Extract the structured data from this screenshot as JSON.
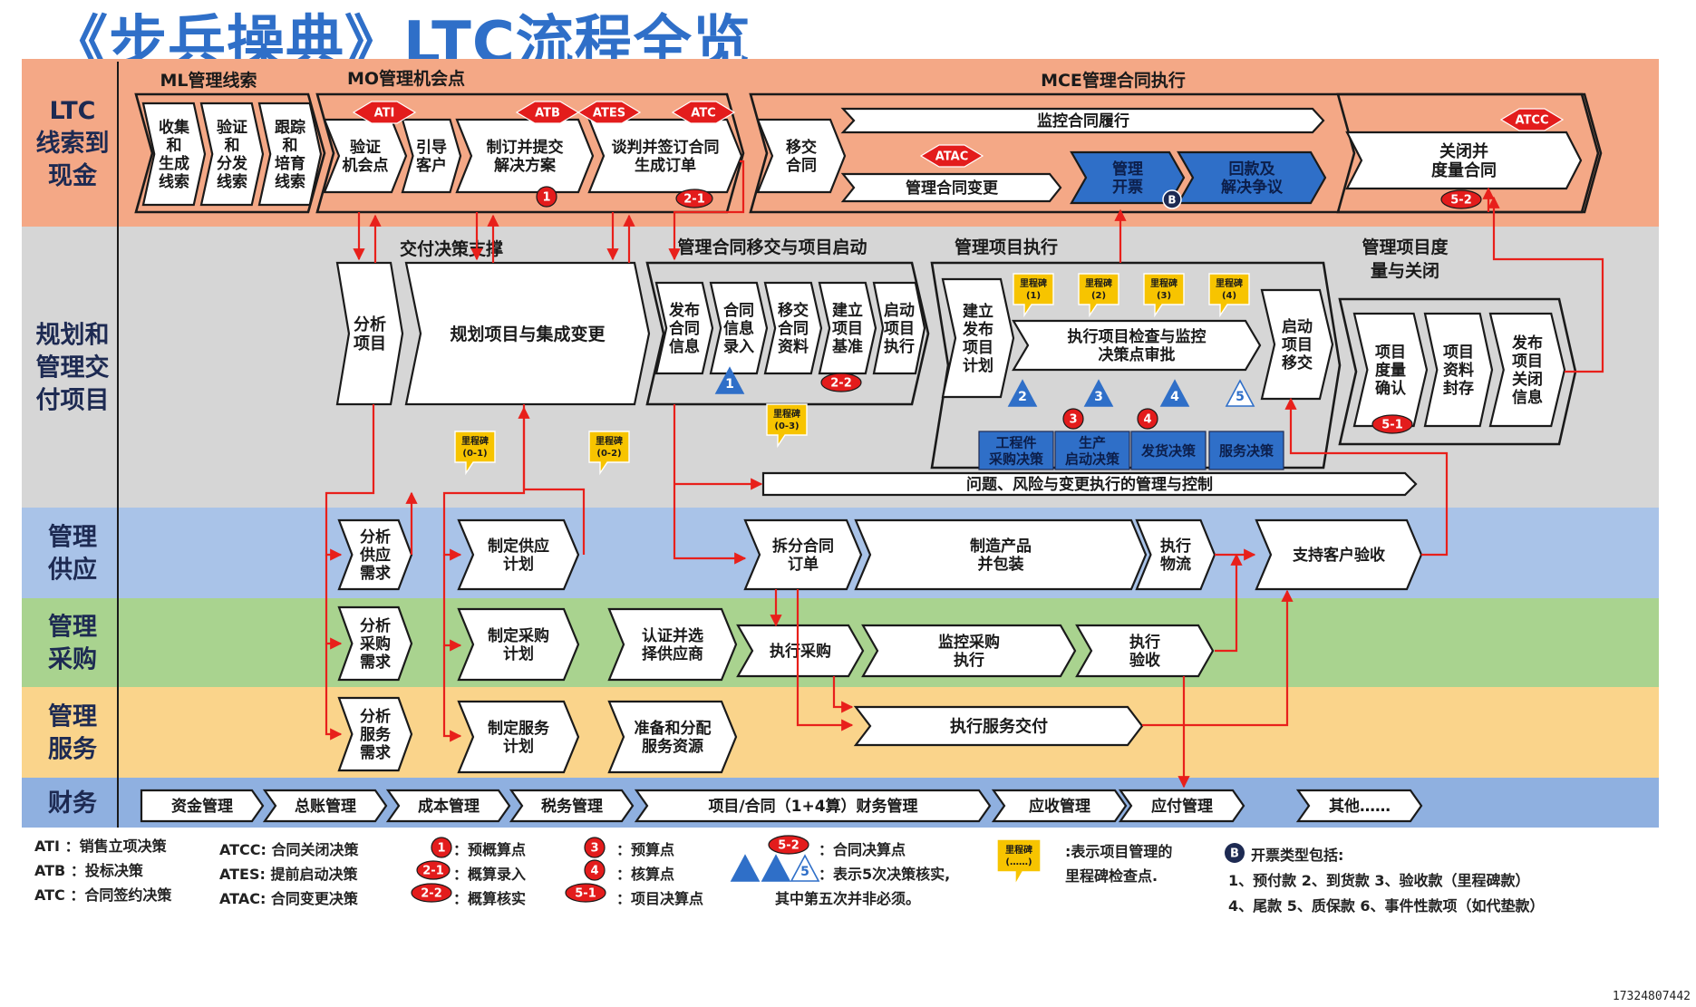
{
  "title": "《步兵操典》LTC流程全览",
  "lanes": [
    {
      "label": "LTC\n线索到\n现金",
      "color": "#f4a886"
    },
    {
      "label": "规划和\n管理交\n付项目",
      "color": "#d6d6d6"
    },
    {
      "label": "管理\n供应",
      "color": "#a9c3e8"
    },
    {
      "label": "管理\n采购",
      "color": "#a9d38f"
    },
    {
      "label": "管理\n服务",
      "color": "#fad48b"
    },
    {
      "label": "财务",
      "color": "#8fb0e0"
    }
  ],
  "group_labels": {
    "ml": "ML管理线索",
    "mo": "MO管理机会点",
    "mce": "MCE管理合同执行",
    "delivery_support": "交付决策支撑",
    "handover": "管理合同移交与项目启动",
    "execution": "管理项目执行",
    "closure": "管理项目度\n量与关闭"
  },
  "ltc_steps": [
    {
      "id": "s1",
      "label": "收集\n和\n生成\n线索"
    },
    {
      "id": "s2",
      "label": "验证\n和\n分发\n线索"
    },
    {
      "id": "s3",
      "label": "跟踪\n和\n培育\n线索"
    },
    {
      "id": "s4",
      "label": "验证\n机会点"
    },
    {
      "id": "s5",
      "label": "引导\n客户"
    },
    {
      "id": "s6",
      "label": "制订并提交\n解决方案"
    },
    {
      "id": "s7",
      "label": "谈判并签订合同\n生成订单"
    },
    {
      "id": "s8",
      "label": "移交\n合同"
    },
    {
      "id": "s9",
      "label": "监控合同履行"
    },
    {
      "id": "s10",
      "label": "管理合同变更"
    },
    {
      "id": "s11",
      "label": "管理\n开票"
    },
    {
      "id": "s12",
      "label": "回款及\n解决争议"
    },
    {
      "id": "s13",
      "label": "关闭并\n度量合同"
    }
  ],
  "decision_points": {
    "ati": "ATI",
    "atb": "ATB",
    "ates": "ATES",
    "atc": "ATC",
    "atac": "ATAC",
    "atcc": "ATCC"
  },
  "markers": {
    "m1": "1",
    "m21": "2-1",
    "m22": "2-2",
    "m3": "3",
    "m4": "4",
    "m51": "5-1",
    "m52": "5-2",
    "b": "B"
  },
  "project_steps": [
    {
      "id": "p1",
      "label": "分析\n项目"
    },
    {
      "id": "p2",
      "label": "规划项目与集成变更"
    },
    {
      "id": "p3",
      "label": "发布\n合同\n信息"
    },
    {
      "id": "p4",
      "label": "合同\n信息\n录入"
    },
    {
      "id": "p5",
      "label": "移交\n合同\n资料"
    },
    {
      "id": "p6",
      "label": "建立\n项目\n基准"
    },
    {
      "id": "p7",
      "label": "启动\n项目\n执行"
    },
    {
      "id": "p8",
      "label": "建立\n发布\n项目\n计划"
    },
    {
      "id": "p9",
      "label": "执行项目检查与监控\n决策点审批"
    },
    {
      "id": "p10",
      "label": "启动\n项目\n移交"
    },
    {
      "id": "p11",
      "label": "项目\n度量\n确认"
    },
    {
      "id": "p12",
      "label": "项目\n资料\n封存"
    },
    {
      "id": "p13",
      "label": "发布\n项目\n关闭\n信息"
    }
  ],
  "milestones": [
    {
      "name": "里程碑",
      "code": "(0-1)"
    },
    {
      "name": "里程碑",
      "code": "(0-2)"
    },
    {
      "name": "里程碑",
      "code": "(0-3)"
    },
    {
      "name": "里程碑",
      "code": "(1)"
    },
    {
      "name": "里程碑",
      "code": "(2)"
    },
    {
      "name": "里程碑",
      "code": "(3)"
    },
    {
      "name": "里程碑",
      "code": "(4)"
    }
  ],
  "triangles": [
    "1",
    "2",
    "3",
    "4",
    "5"
  ],
  "decision_boxes": [
    {
      "label": "工程件\n采购决策"
    },
    {
      "label": "生产\n启动决策"
    },
    {
      "label": "发货决策"
    },
    {
      "label": "服务决策"
    }
  ],
  "issue_bar": "问题、风险与变更执行的管理与控制",
  "supply_steps": [
    {
      "label": "分析\n供应\n需求"
    },
    {
      "label": "制定供应\n计划"
    },
    {
      "label": "拆分合同\n订单"
    },
    {
      "label": "制造产品\n并包装"
    },
    {
      "label": "执行\n物流"
    },
    {
      "label": "支持客户验收"
    }
  ],
  "procurement_steps": [
    {
      "label": "分析\n采购\n需求"
    },
    {
      "label": "制定采购\n计划"
    },
    {
      "label": "认证并选\n择供应商"
    },
    {
      "label": "执行采购"
    },
    {
      "label": "监控采购\n执行"
    },
    {
      "label": "执行\n验收"
    }
  ],
  "service_steps": [
    {
      "label": "分析\n服务\n需求"
    },
    {
      "label": "制定服务\n计划"
    },
    {
      "label": "准备和分配\n服务资源"
    },
    {
      "label": "执行服务交付"
    }
  ],
  "finance_steps": [
    {
      "label": "资金管理"
    },
    {
      "label": "总账管理"
    },
    {
      "label": "成本管理"
    },
    {
      "label": "税务管理"
    },
    {
      "label": "项目/合同（1+4算）财务管理"
    },
    {
      "label": "应收管理"
    },
    {
      "label": "应付管理"
    },
    {
      "label": "其他……"
    }
  ],
  "legend": {
    "col1": [
      "ATI  ：销售立项决策",
      "ATB ：投标决策",
      "ATC ：合同签约决策"
    ],
    "col2": [
      "ATCC: 合同关闭决策",
      "ATES: 提前启动决策",
      "ATAC: 合同变更决策"
    ],
    "col3": [
      "：预概算点",
      "：概算录入",
      "：概算核实"
    ],
    "col3_markers": [
      "1",
      "2-1",
      "2-2"
    ],
    "col4": [
      "：预算点",
      "：核算点",
      "：项目决算点"
    ],
    "col4_markers": [
      "3",
      "4",
      "5-1"
    ],
    "col5": [
      "：合同决算点",
      "：表示5次决策核实,",
      "其中第五次并非必须。"
    ],
    "col5_marker": "5-2",
    "col6": [
      ":表示项目管理的",
      "里程碑检查点."
    ],
    "col6_badge": "里程碑\n(……)",
    "col7_title": "开票类型包括:",
    "col7_marker": "B",
    "col7": [
      "1、预付款    2、到货款    3、验收款（里程碑款）",
      "4、尾款      5、质保款    6、事件性款项（如代垫款）"
    ]
  },
  "footer_id": "1732480744​2"
}
